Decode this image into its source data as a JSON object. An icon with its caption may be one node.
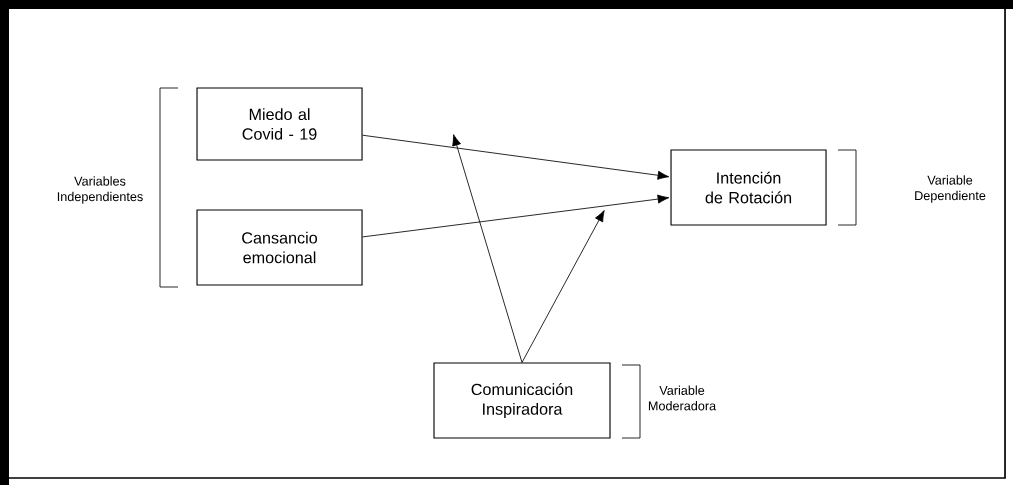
{
  "diagram": {
    "nodes": [
      {
        "text": [
          "Miedo al Covid - 19"
        ]
      },
      {
        "text": [
          "Cansancio emocional"
        ]
      },
      {
        "text": [
          "Intención de Rotación"
        ]
      },
      {
        "text": [
          "Comunicación Inspiradora"
        ]
      }
    ],
    "edges": [
      {
        "from": 0,
        "to": 2,
        "arrow": "to"
      },
      {
        "from": 1,
        "to": 2,
        "arrow": "to"
      },
      {
        "from": 3,
        "to": null,
        "arrow": "to"
      },
      {
        "from": 3,
        "to": null,
        "arrow": "to"
      }
    ],
    "labels": [
      "Variables Independientes",
      "Variable Dependiente",
      "Variable Moderadora"
    ]
  }
}
